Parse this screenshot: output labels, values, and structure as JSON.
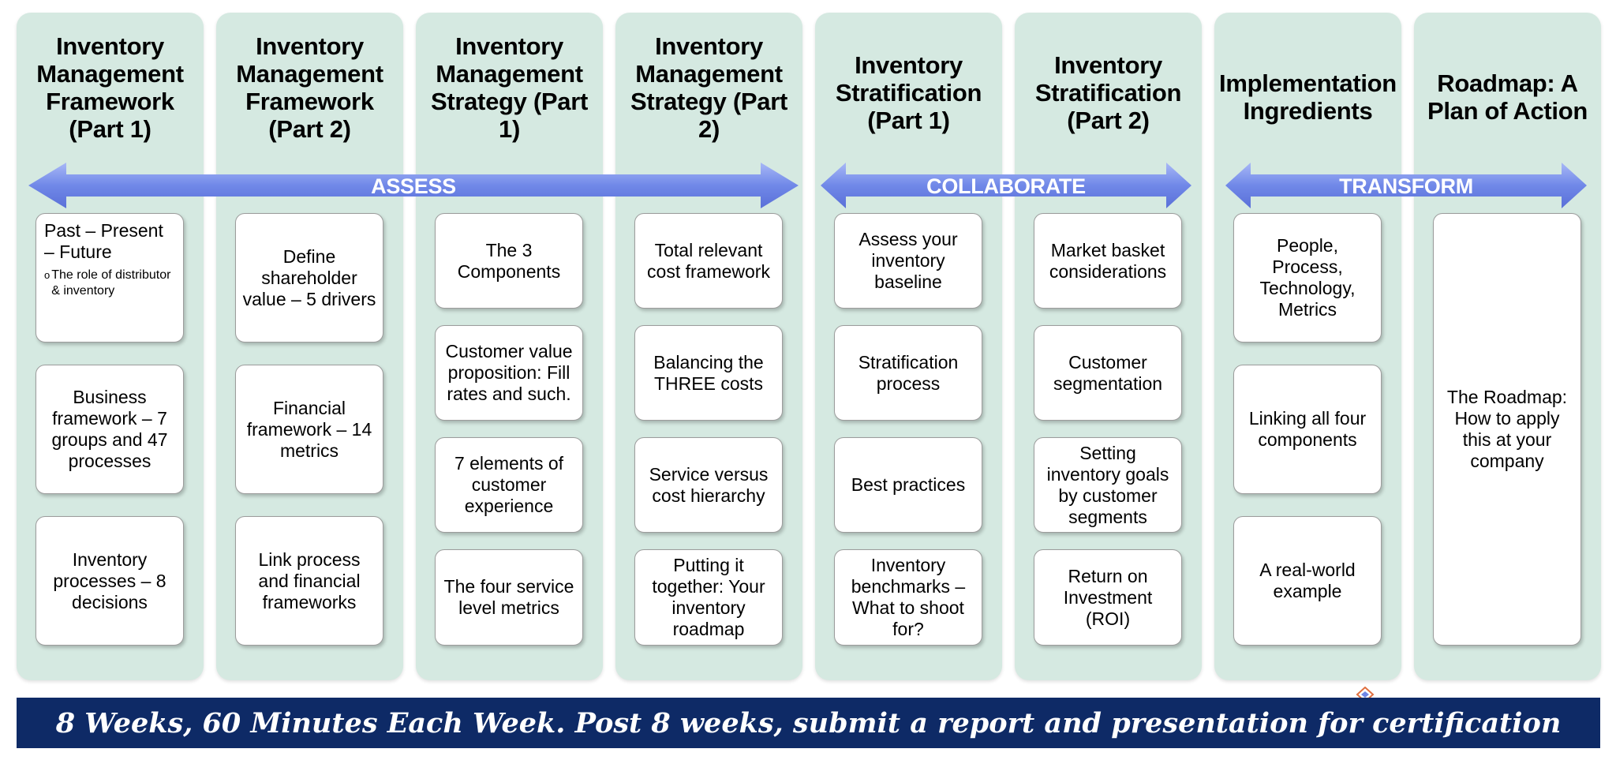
{
  "columns": [
    {
      "title": "Inventory Management Framework (Part 1)"
    },
    {
      "title": "Inventory Management Framework (Part 2)"
    },
    {
      "title": "Inventory Management Strategy (Part 1)"
    },
    {
      "title": "Inventory Management Strategy (Part 2)"
    },
    {
      "title": "Inventory Stratification (Part 1)"
    },
    {
      "title": "Inventory Stratification (Part 2)"
    },
    {
      "title": "Implementation Ingredients"
    },
    {
      "title": "Roadmap: A Plan of Action"
    }
  ],
  "phases": {
    "assess": "ASSESS",
    "collaborate": "COLLABORATE",
    "transform": "TRANSFORM"
  },
  "boxes": {
    "c1": {
      "b1_main": "Past – Present – Future",
      "b1_sub": "The role of distributor & inventory",
      "b2": "Business framework – 7 groups and 47 processes",
      "b3": "Inventory processes – 8 decisions"
    },
    "c2": {
      "b1": "Define shareholder value – 5 drivers",
      "b2": "Financial framework – 14 metrics",
      "b3": "Link process and financial frameworks"
    },
    "c3": {
      "b1": "The 3 Components",
      "b2": "Customer value proposition: Fill rates and such.",
      "b3": "7 elements of customer experience",
      "b4": "The four service level metrics"
    },
    "c4": {
      "b1": "Total relevant cost framework",
      "b2": "Balancing the THREE costs",
      "b3": "Service versus cost hierarchy",
      "b4": "Putting it together: Your inventory roadmap"
    },
    "c5": {
      "b1": "Assess your inventory baseline",
      "b2": "Stratification process",
      "b3": "Best practices",
      "b4": "Inventory benchmarks – What to shoot for?"
    },
    "c6": {
      "b1": "Market basket considerations",
      "b2": "Customer segmentation",
      "b3": "Setting inventory goals by customer segments",
      "b4": "Return on Investment (ROI)"
    },
    "c7": {
      "b1": "People, Process, Technology, Metrics",
      "b2": "Linking all four components",
      "b3": "A real-world example"
    },
    "c8": {
      "b1": "The Roadmap: How to apply this at your company"
    }
  },
  "footer": "8 Weeks, 60 Minutes Each Week. Post 8 weeks, submit a report and presentation for certification",
  "colors": {
    "column_bg": "#d5e9e1",
    "arrow": "#6f86e6",
    "footer_bg": "#0e2a66"
  }
}
